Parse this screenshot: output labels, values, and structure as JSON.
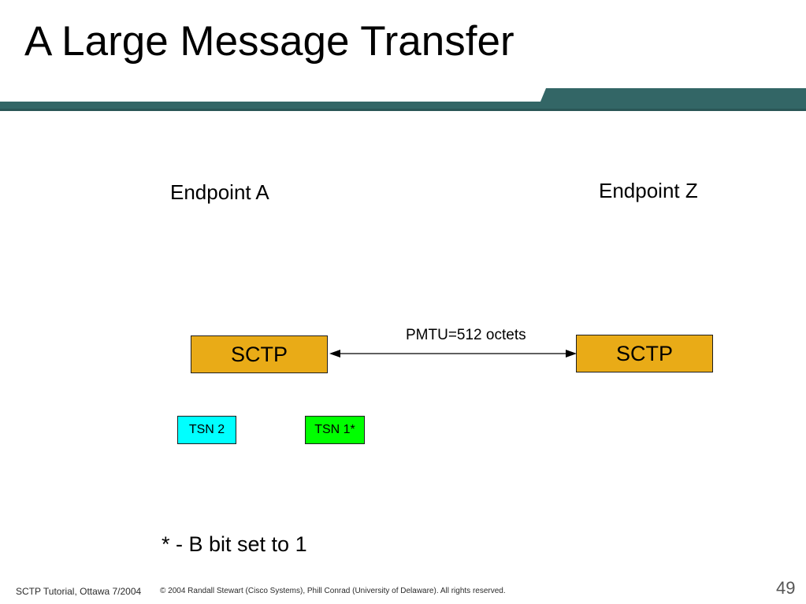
{
  "slide": {
    "title": "A Large Message Transfer",
    "band_color": "#336666"
  },
  "diagram": {
    "endpoint_a": "Endpoint A",
    "endpoint_z": "Endpoint Z",
    "sctp_a": "SCTP",
    "sctp_z": "SCTP",
    "link_label": "PMTU=512 octets",
    "tsn_2": "TSN 2",
    "tsn_1": "TSN 1*",
    "note": "* - B bit set to 1"
  },
  "colors": {
    "sctp_box": "#e9ab17",
    "tsn_2": "#00ffff",
    "tsn_1": "#00ff00"
  },
  "footer": {
    "left": "SCTP Tutorial, Ottawa 7/2004",
    "copyright": "© 2004 Randall Stewart (Cisco Systems), Phill Conrad (University of Delaware). All rights reserved.",
    "page_number": "49"
  }
}
